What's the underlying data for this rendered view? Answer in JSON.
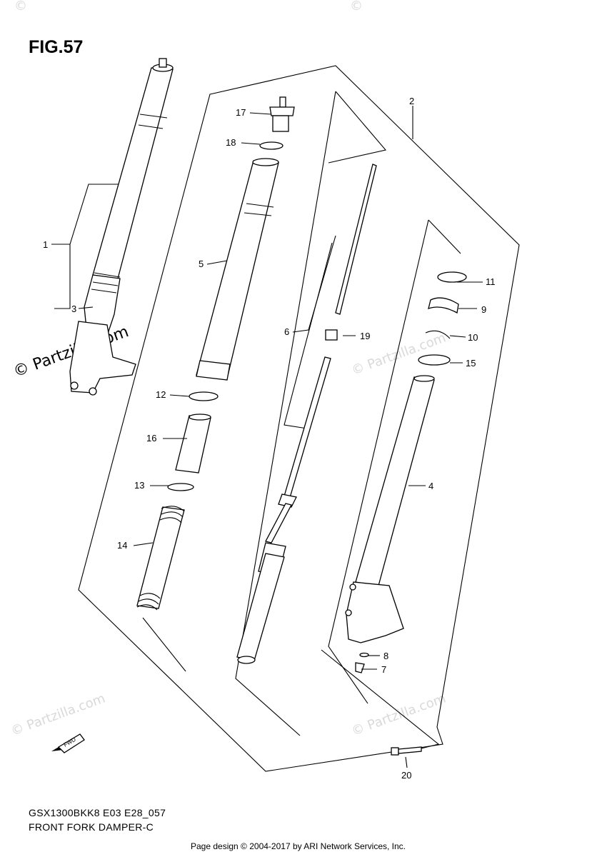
{
  "figure": {
    "title": "FIG.57"
  },
  "watermark": {
    "text": "© Partzilla.com",
    "text_short": "©",
    "color": "#d9d9d9"
  },
  "parts": [
    {
      "number": "1"
    },
    {
      "number": "2"
    },
    {
      "number": "3"
    },
    {
      "number": "4"
    },
    {
      "number": "5"
    },
    {
      "number": "6"
    },
    {
      "number": "7"
    },
    {
      "number": "8"
    },
    {
      "number": "9"
    },
    {
      "number": "10"
    },
    {
      "number": "11"
    },
    {
      "number": "12"
    },
    {
      "number": "13"
    },
    {
      "number": "14"
    },
    {
      "number": "15"
    },
    {
      "number": "16"
    },
    {
      "number": "17"
    },
    {
      "number": "18"
    },
    {
      "number": "19"
    },
    {
      "number": "20"
    }
  ],
  "fwd_arrow": {
    "label": "FWD"
  },
  "footer": {
    "model_code": "GSX1300BKK8 E03 E28_057",
    "diagram_name": "FRONT FORK DAMPER-C"
  },
  "credit": "Page design © 2004-2017 by ARI Network Services, Inc."
}
